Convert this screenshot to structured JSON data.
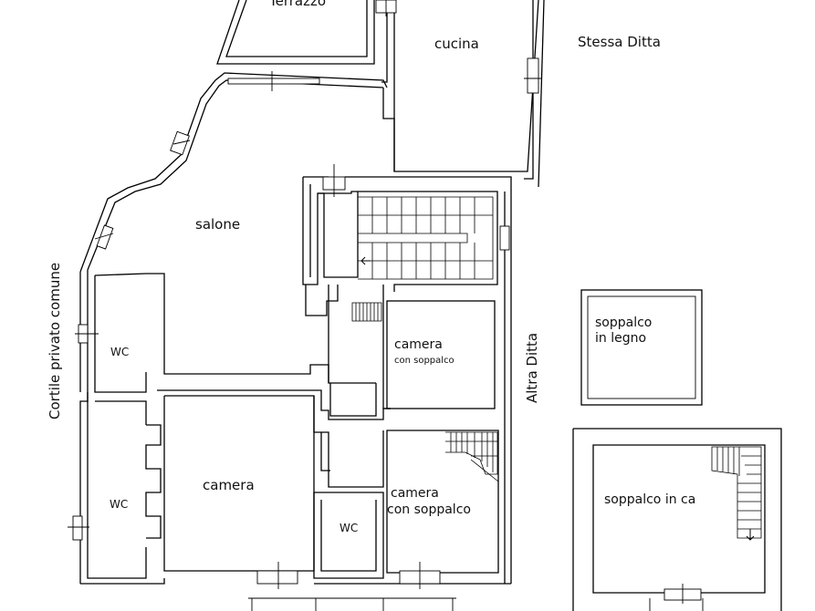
{
  "labels": {
    "terrazzo": "Terrazzo",
    "cucina": "cucina",
    "stessa_ditta": "Stessa Ditta",
    "salone": "salone",
    "cortile": "Cortile privato comune",
    "altra_ditta": "Altra Ditta",
    "camera_soppalco_1_title": "camera",
    "camera_soppalco_1_sub": "con soppalco",
    "soppalco_legno_1": "soppalco",
    "soppalco_legno_2": "in legno",
    "wc_1": "WC",
    "wc_2": "WC",
    "wc_3": "WC",
    "camera_main": "camera",
    "camera_soppalco_2_title": "camera",
    "camera_soppalco_2_sub": "con soppalco",
    "soppalco_ca": "soppalco in ca"
  }
}
